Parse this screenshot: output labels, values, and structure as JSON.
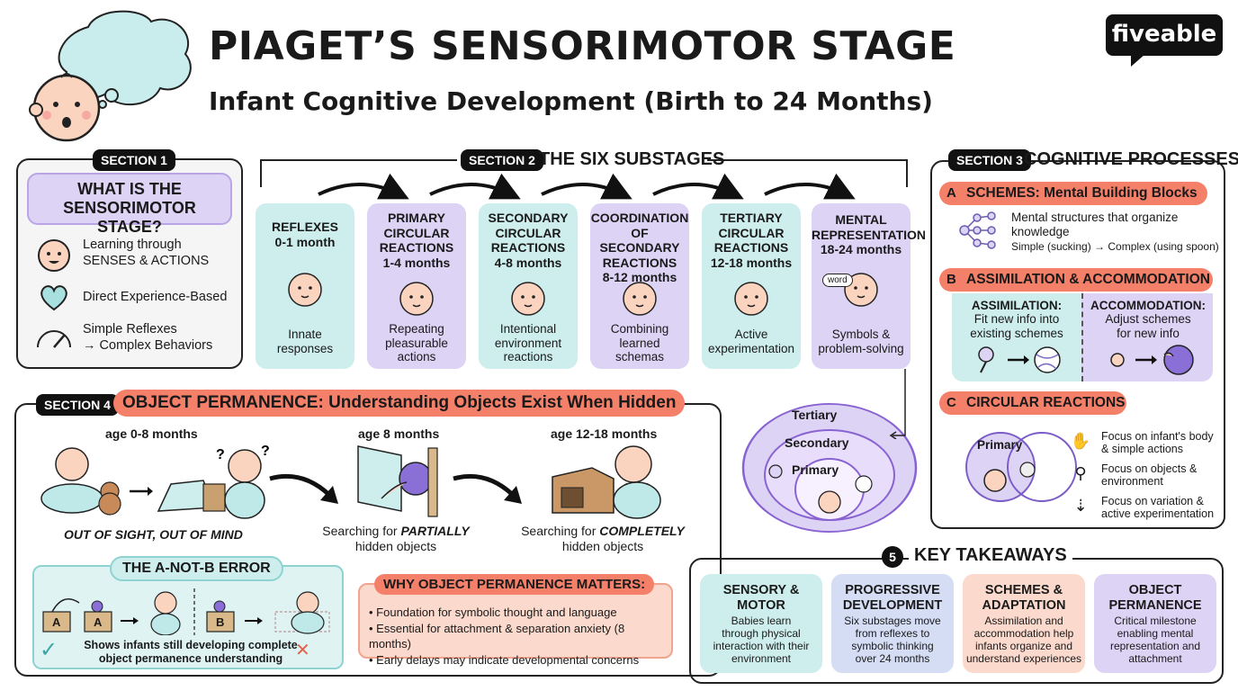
{
  "header": {
    "title": "PIAGET’S SENSORIMOTOR STAGE",
    "subtitle": "Infant Cognitive Development (Birth to 24 Months)",
    "logo": "fiveable"
  },
  "colors": {
    "teal": "#cdeeed",
    "lavender": "#ddd3f5",
    "peach": "#fbd9cc",
    "coral": "#f4806a",
    "ink": "#111111"
  },
  "section1": {
    "badge": "SECTION 1",
    "title_line1": "WHAT IS THE",
    "title_line2": "SENSORIMOTOR STAGE?",
    "items": [
      {
        "icon": "baby-face-icon",
        "line1": "Learning through",
        "line2": "SENSES & ACTIONS"
      },
      {
        "icon": "heart-icon",
        "line1": "Direct Experience-Based",
        "line2": ""
      },
      {
        "icon": "gauge-icon",
        "line1": "Simple Reflexes",
        "line2": "→ Complex Behaviors"
      }
    ]
  },
  "section2": {
    "badge": "SECTION 2",
    "title": "THE SIX SUBSTAGES",
    "stages": [
      {
        "title": "REFLEXES\n0-1 month",
        "desc": "Innate\nresponses",
        "icon": "sucking-baby-icon"
      },
      {
        "title": "PRIMARY\nCIRCULAR\nREACTIONS\n1-4 months",
        "desc": "Repeating\npleasurable\nactions",
        "icon": "thumb-sucking-icon"
      },
      {
        "title": "SECONDARY\nCIRCULAR\nREACTIONS\n4-8 months",
        "desc": "Intentional\nenvironment\nreactions",
        "icon": "rattle-icon"
      },
      {
        "title": "COORDINATION\nOF SECONDARY\nREACTIONS\n8-12 months",
        "desc": "Combining\nlearned\nschemas",
        "icon": "stick-tool-icon"
      },
      {
        "title": "TERTIARY\nCIRCULAR\nREACTIONS\n12-18 months",
        "desc": "Active\nexperimentation",
        "icon": "dropping-blocks-icon"
      },
      {
        "title": "MENTAL\nREPRESENTATION\n18-24 months",
        "desc": "Symbols &\nproblem-solving",
        "icon": "thinking-baby-icon",
        "bubble": "word"
      }
    ]
  },
  "section3": {
    "badge": "SECTION 3",
    "title": "COGNITIVE PROCESSES",
    "a": {
      "letter": "A",
      "title": "SCHEMES: Mental Building Blocks",
      "desc": "Mental structures that organize\nknowledge",
      "example": "Simple (sucking) → Complex (using spoon)"
    },
    "b": {
      "letter": "B",
      "title": "ASSIMILATION & ACCOMMODATION",
      "assim_title": "ASSIMILATION:",
      "assim_desc": "Fit new info into\nexisting schemes",
      "accom_title": "ACCOMMODATION:",
      "accom_desc": "Adjust schemes\nfor new info"
    },
    "c": {
      "letter": "C",
      "title": "CIRCULAR REACTIONS",
      "venn_label": "Primary",
      "items": [
        "Focus on infant's body\n& simple actions",
        "Focus on objects &\nenvironment",
        "Focus on variation &\nactive experimentation"
      ]
    },
    "nested": {
      "outer": "Tertiary",
      "middle": "Secondary",
      "inner": "Primary"
    }
  },
  "section4": {
    "badge": "SECTION 4",
    "title": "OBJECT PERMANENCE: Understanding Objects Exist When Hidden",
    "age1": "age 0-8 months",
    "age2": "age 8 months",
    "age3": "age 12-18 months",
    "cap1": "OUT OF SIGHT, OUT OF MIND",
    "cap2_a": "Searching for ",
    "cap2_b": "PARTIALLY",
    "cap2_c": "hidden objects",
    "cap3_a": "Searching for ",
    "cap3_b": "COMPLETELY",
    "cap3_c": "hidden objects",
    "anotb": {
      "title": "THE A-NOT-B ERROR",
      "box_a": "A",
      "box_b": "B",
      "desc": "Shows infants still developing complete\nobject permanence understanding"
    },
    "why": {
      "title": "WHY OBJECT PERMANENCE MATTERS:",
      "bullets": [
        "Foundation for symbolic thought and language",
        "Essential for attachment & separation anxiety (8 months)",
        "Early delays may indicate developmental concerns"
      ]
    }
  },
  "section5": {
    "badge": "5",
    "title": "KEY TAKEAWAYS",
    "cards": [
      {
        "title": "SENSORY &\nMOTOR",
        "desc": "Babies learn\nthrough physical\ninteraction with their\nenvironment"
      },
      {
        "title": "PROGRESSIVE\nDEVELOPMENT",
        "desc": "Six substages move\nfrom reflexes to\nsymbolic thinking\nover 24 months"
      },
      {
        "title": "SCHEMES &\nADAPTATION",
        "desc": "Assimilation and\naccommodation help\ninfants organize and\nunderstand experiences"
      },
      {
        "title": "OBJECT\nPERMANENCE",
        "desc": "Critical milestone\nenabling mental\nrepresentation and\nattachment"
      }
    ]
  }
}
